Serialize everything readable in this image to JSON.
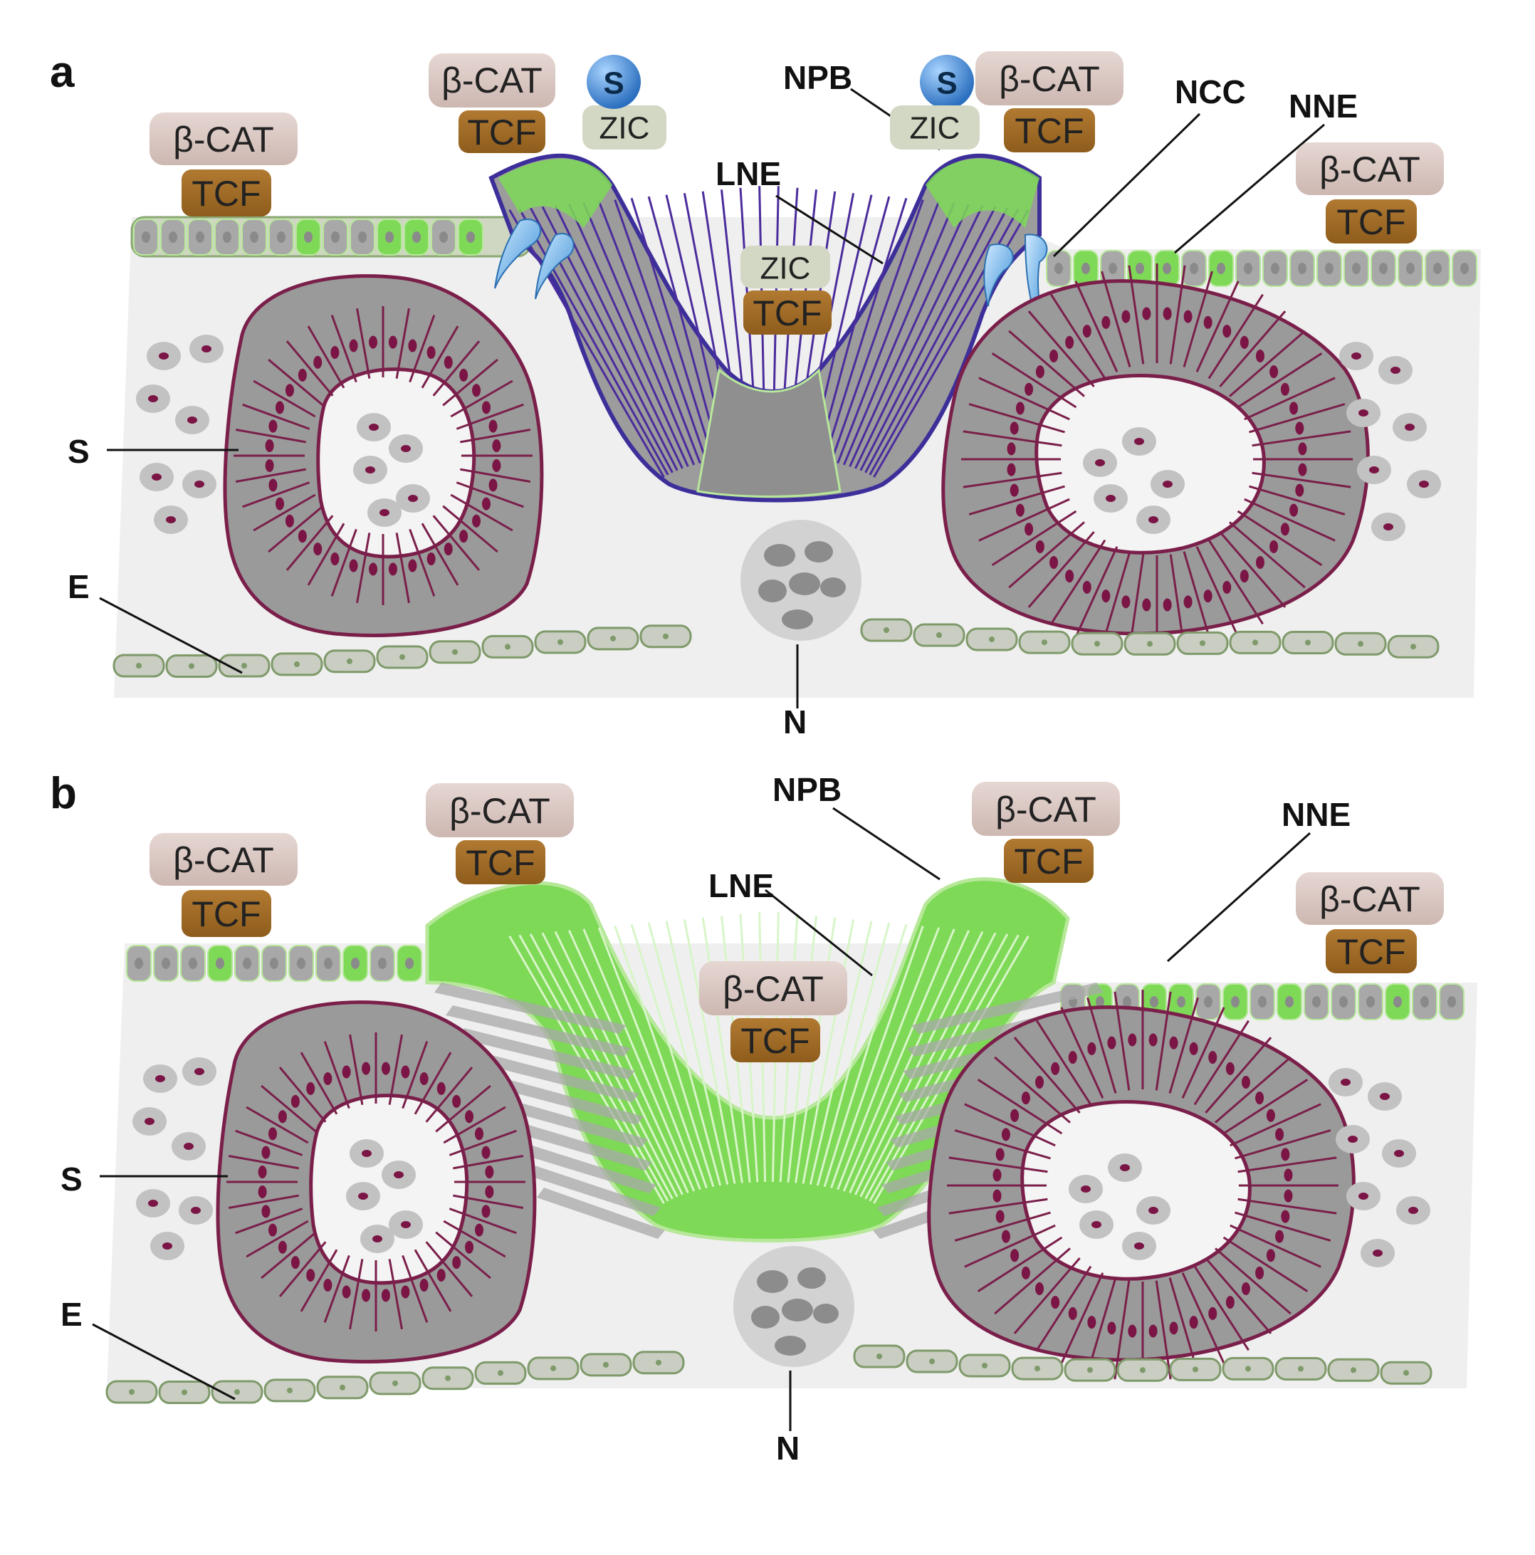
{
  "panels": [
    {
      "letter": "a",
      "labels": {
        "npb": "NPB",
        "ncc": "NCC",
        "nne": "NNE",
        "lne": "LNE",
        "s": "S",
        "e": "E",
        "n": "N"
      },
      "chips": {
        "bcat": "β-CAT",
        "tcf": "TCF",
        "zic": "ZIC",
        "s_ball": "S"
      }
    },
    {
      "letter": "b",
      "labels": {
        "npb": "NPB",
        "nne": "NNE",
        "lne": "LNE",
        "s": "S",
        "e": "E",
        "n": "N"
      },
      "chips": {
        "bcat": "β-CAT",
        "tcf": "TCF"
      }
    }
  ],
  "colors": {
    "green_cell": "#7ed957",
    "grey_cell": "#a8a8a8",
    "purple_outline": "#4b2c9c",
    "somite_outline": "#7a1f4a",
    "nucleus": "#7a1545",
    "tissue_bg": "#efefef",
    "bcat_chip": "#d9c7c2",
    "tcf_chip": "#a06a24",
    "zic_chip": "#d3d8c4",
    "s_ball": "#3f8ed6"
  }
}
